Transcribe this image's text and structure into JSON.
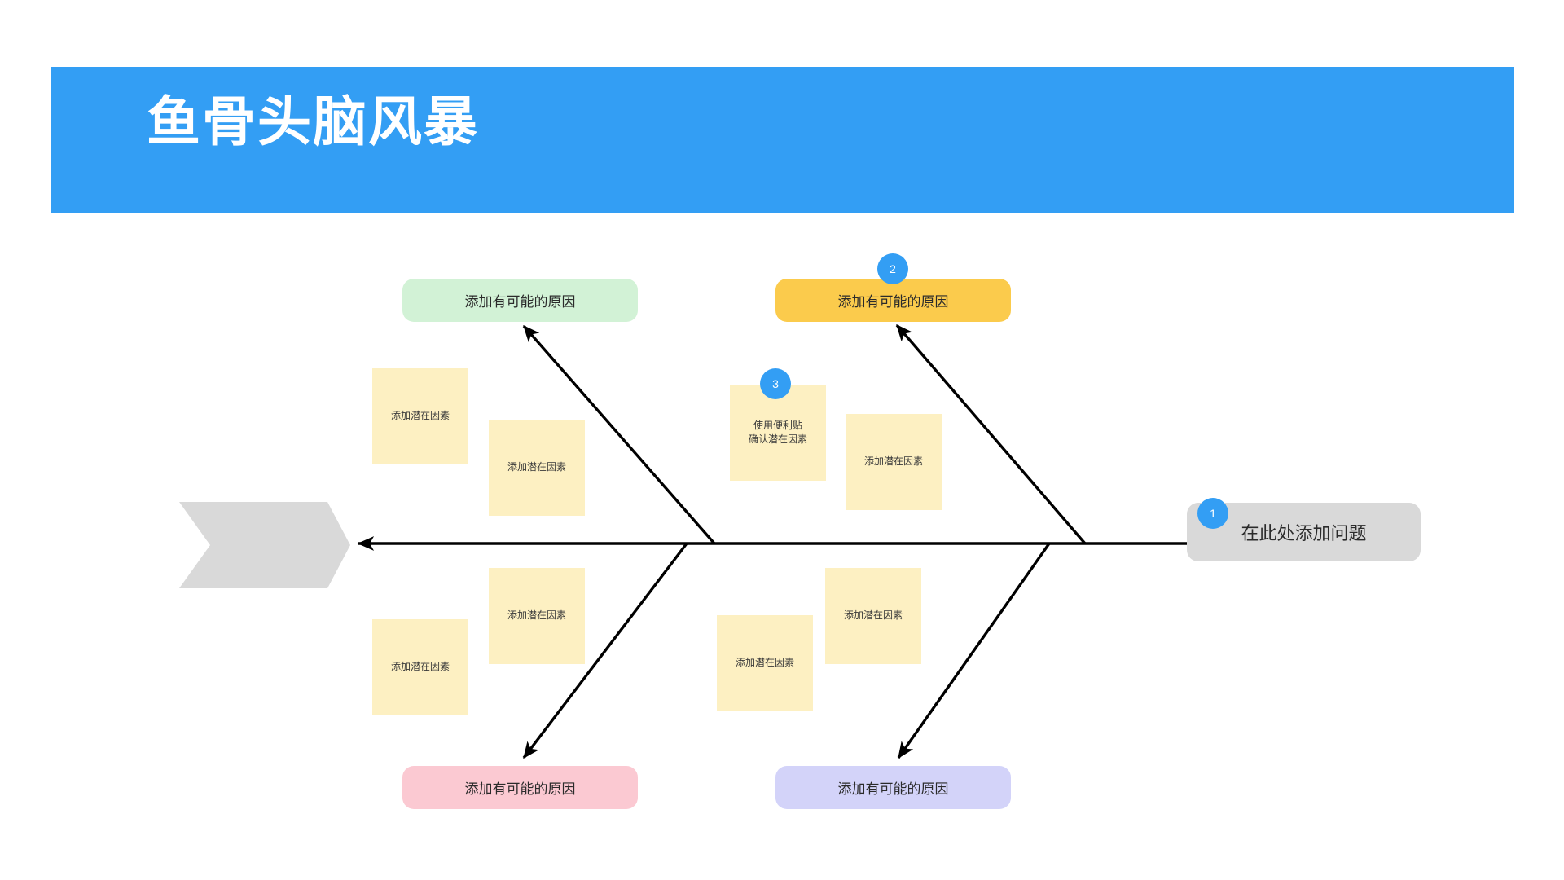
{
  "header": {
    "title": "鱼骨头脑风暴",
    "background_color": "#339ef4",
    "text_color": "#ffffff"
  },
  "diagram": {
    "type": "fishbone",
    "spine_color": "#000000",
    "fish_head": {
      "name": "fish-head",
      "color": "#d9d9d9"
    },
    "problem": {
      "label": "在此处添加问题",
      "color": "#d9d9d9",
      "badge": "1"
    },
    "causes": [
      {
        "id": "cause-top-left",
        "label": "添加有可能的原因",
        "color": "#d2f2d6",
        "position": "top-left",
        "badge": null
      },
      {
        "id": "cause-top-right",
        "label": "添加有可能的原因",
        "color": "#fbcb4c",
        "position": "top-right",
        "badge": "2"
      },
      {
        "id": "cause-bottom-left",
        "label": "添加有可能的原因",
        "color": "#fbc9d2",
        "position": "bottom-left",
        "badge": null
      },
      {
        "id": "cause-bottom-right",
        "label": "添加有可能的原因",
        "color": "#d3d3f9",
        "position": "bottom-right",
        "badge": null
      }
    ],
    "sticky_notes": [
      {
        "id": "note-1",
        "label": "添加潜在因素",
        "color": "#fdf0c2",
        "badge": null
      },
      {
        "id": "note-2",
        "label": "添加潜在因素",
        "color": "#fdf0c2",
        "badge": null
      },
      {
        "id": "note-3",
        "label": "使用便利贴\n确认潜在因素",
        "color": "#fdf0c2",
        "badge": "3"
      },
      {
        "id": "note-4",
        "label": "添加潜在因素",
        "color": "#fdf0c2",
        "badge": null
      },
      {
        "id": "note-5",
        "label": "添加潜在因素",
        "color": "#fdf0c2",
        "badge": null
      },
      {
        "id": "note-6",
        "label": "添加潜在因素",
        "color": "#fdf0c2",
        "badge": null
      },
      {
        "id": "note-7",
        "label": "添加潜在因素",
        "color": "#fdf0c2",
        "badge": null
      },
      {
        "id": "note-8",
        "label": "添加潜在因素",
        "color": "#fdf0c2",
        "badge": null
      }
    ],
    "badges": {
      "color": "#339ef4",
      "text_color": "#ffffff",
      "one": "1",
      "two": "2",
      "three": "3"
    }
  }
}
